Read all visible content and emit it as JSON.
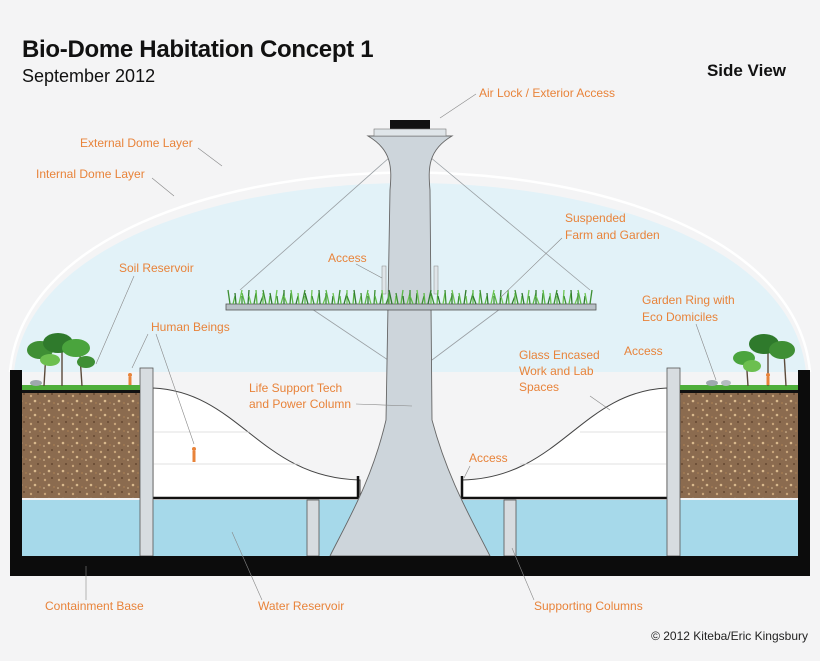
{
  "header": {
    "title": "Bio-Dome Habitation Concept 1",
    "date": "September 2012",
    "view": "Side View"
  },
  "labels": {
    "air_lock": "Air Lock / Exterior Access",
    "external_dome": "External Dome Layer",
    "internal_dome": "Internal Dome Layer",
    "suspended_farm_1": "Suspended",
    "suspended_farm_2": "Farm and Garden",
    "access_top": "Access",
    "soil_reservoir": "Soil Reservoir",
    "garden_ring_1": "Garden Ring with",
    "garden_ring_2": "Eco Domiciles",
    "human_beings": "Human Beings",
    "access_right": "Access",
    "glass_encased_1": "Glass Encased",
    "glass_encased_2": "Work and Lab",
    "glass_encased_3": "Spaces",
    "life_support_1": "Life Support Tech",
    "life_support_2": "and Power Column",
    "access_low": "Access",
    "containment_base": "Containment Base",
    "water_reservoir": "Water Reservoir",
    "supporting_columns": "Supporting Columns"
  },
  "colors": {
    "label": "#e8833a",
    "dome_fill": "#e2f2f8",
    "water": "#a6d9ea",
    "soil": "#8b6b4f",
    "base": "#0c0c0c",
    "column": "#c9d0d6",
    "grass": "#4fae3a"
  },
  "footer": {
    "copyright": "© 2012 Kiteba/Eric Kingsbury"
  }
}
